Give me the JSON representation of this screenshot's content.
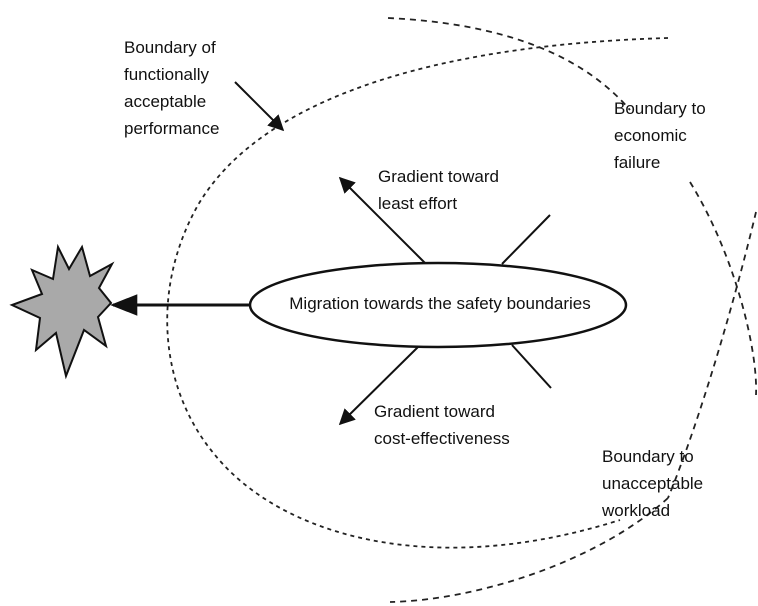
{
  "diagram": {
    "center_label": "Migration towards the safety boundaries",
    "labels": {
      "functional_boundary": [
        "Boundary of",
        "functionally",
        "acceptable",
        "performance"
      ],
      "economic_boundary": [
        "Boundary to",
        "economic",
        "failure"
      ],
      "workload_boundary": [
        "Boundary to",
        "unacceptable",
        "workload"
      ],
      "least_effort": [
        "Gradient toward",
        "least effort"
      ],
      "cost_effectiveness": [
        "Gradient toward",
        "cost-effectiveness"
      ]
    },
    "icons": {
      "accident": "starburst-icon"
    },
    "colors": {
      "stroke": "#111111",
      "burst_fill": "#a9a9a9"
    }
  }
}
